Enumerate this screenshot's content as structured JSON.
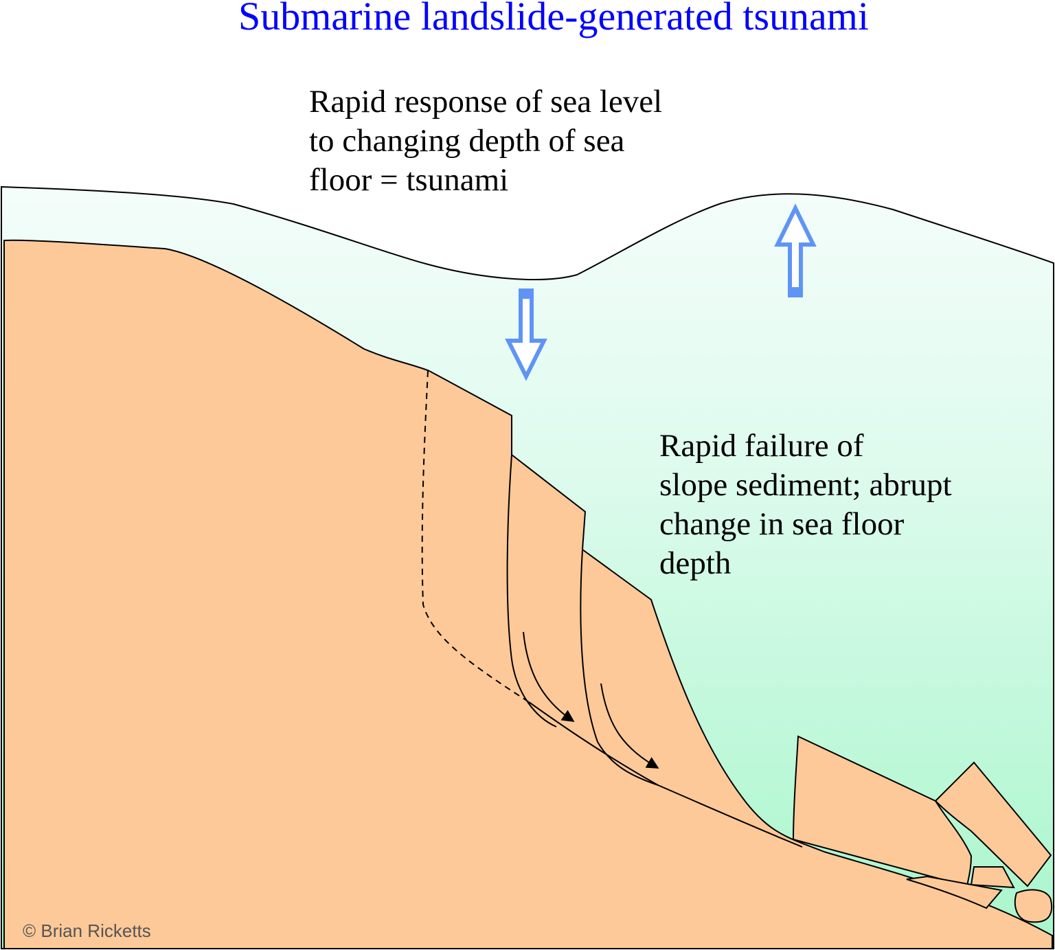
{
  "title": "Submarine landslide-generated tsunami",
  "annotations": {
    "sea_level_response": [
      "Rapid response of sea level",
      "to changing depth of sea",
      "floor = tsunami"
    ],
    "slope_failure": [
      "Rapid failure of",
      "slope sediment; abrupt",
      "change in sea floor",
      "depth"
    ]
  },
  "credit": "© Brian Ricketts",
  "icons": {
    "down_arrow": "sea-level-fall-arrow-icon",
    "up_arrow": "sea-level-rise-arrow-icon",
    "slide_arrows": "slide-direction-arrow-icon"
  },
  "colors": {
    "title": "#0000ff",
    "sediment": "#fdc998",
    "water_top": "#f4fdfa",
    "water_bottom": "#a8f6cb",
    "arrow": "#5f94f6"
  }
}
